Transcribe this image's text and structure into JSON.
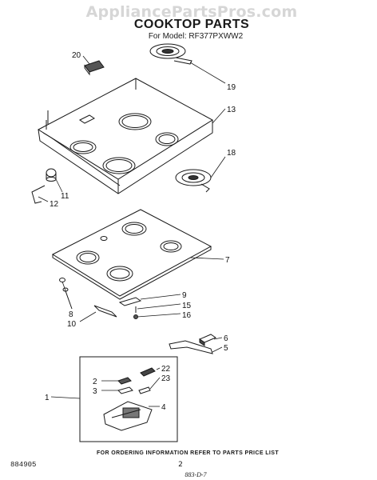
{
  "watermark": "AppliancePartsPros.com",
  "title": "COOKTOP PARTS",
  "model": "For Model: RF377PXWW2",
  "callouts": {
    "c1": "1",
    "c2": "2",
    "c3": "3",
    "c4": "4",
    "c5": "5",
    "c6": "6",
    "c7": "7",
    "c8": "8",
    "c9": "9",
    "c10": "10",
    "c11": "11",
    "c12": "12",
    "c13": "13",
    "c15": "15",
    "c16": "16",
    "c18": "18",
    "c19": "19",
    "c20": "20",
    "c22": "22",
    "c23": "23"
  },
  "footer": {
    "left_code": "884905",
    "ordering_note": "FOR ORDERING INFORMATION REFER TO PARTS PRICE LIST",
    "page_number": "2",
    "handwritten_code": "883-D-7"
  }
}
